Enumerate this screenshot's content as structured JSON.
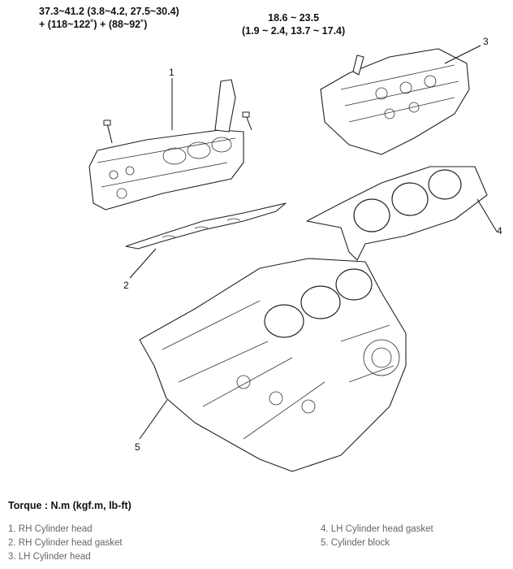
{
  "torque_specs": {
    "rh_head_bolt": {
      "line1": "37.3~41.2 (3.8~4.2, 27.5~30.4)",
      "line2": "+ (118~122˚) + (88~92˚)"
    },
    "bracket_bolt": {
      "line1": "18.6 ~ 23.5",
      "line2": "(1.9 ~ 2.4, 13.7 ~ 17.4)"
    }
  },
  "callouts": [
    "1",
    "2",
    "3",
    "4",
    "5"
  ],
  "legend": {
    "title": "Torque : N.m (kgf.m, lb-ft)",
    "items": [
      "1. RH Cylinder head",
      "2. RH Cylinder head gasket",
      "3. LH Cylinder head",
      "4. LH Cylinder head gasket",
      "5. Cylinder block"
    ]
  }
}
